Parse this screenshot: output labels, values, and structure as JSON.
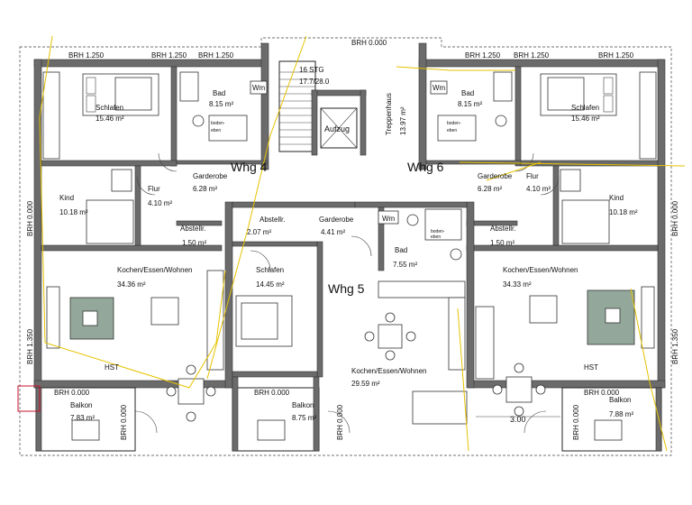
{
  "brh_labels": {
    "top_center": "BRH 0.000",
    "top_1": "BRH 1.250",
    "top_2": "BRH 1.250",
    "top_3": "BRH 1.250",
    "top_4": "BRH 1.250",
    "top_5": "BRH 1.250",
    "top_6": "BRH 1.250",
    "left_mid": "BRH 0.000",
    "left_low": "BRH 1.350",
    "right_mid": "BRH 0.000",
    "right_low": "BRH 1.350",
    "balcony_1": "BRH 0.000",
    "balcony_1_side": "BRH 0.000",
    "balcony_2": "BRH 0.000",
    "balcony_2_side": "BRH 0.000",
    "balcony_3": "BRH 0.000",
    "balcony_3_side": "BRH 0.000"
  },
  "stair": {
    "steps": "16 STG",
    "dims": "17.7/28.0"
  },
  "units": {
    "whg4": "Whg 4",
    "whg5": "Whg 5",
    "whg6": "Whg 6"
  },
  "rooms": {
    "schlafen_l": {
      "name": "Schlafen",
      "area": "15.46 m²"
    },
    "bad_l": {
      "name": "Bad",
      "area": "8.15 m²"
    },
    "kind_l": {
      "name": "Kind",
      "area": "10.18 m²"
    },
    "flur_l": {
      "name": "Flur",
      "area": "4.10 m²"
    },
    "garderobe_l": {
      "name": "Garderobe",
      "area": "6.28 m²"
    },
    "abstell_l": {
      "name": "Abstellr.",
      "area": "1.50 m²"
    },
    "kochen_l": {
      "name": "Kochen/Essen/Wohnen",
      "area": "34.36 m²"
    },
    "balkon_l": {
      "name": "Balkon",
      "area": "7.83 m²"
    },
    "aufzug": {
      "name": "Aufzug"
    },
    "treppenhaus": {
      "name": "Treppenhaus",
      "area": "13.97 m²"
    },
    "abstell_c": {
      "name": "Abstellr.",
      "area": "2.07 m²"
    },
    "garderobe_c": {
      "name": "Garderobe",
      "area": "4.41 m²"
    },
    "bad_c": {
      "name": "Bad",
      "area": "7.55 m²"
    },
    "schlafen_c": {
      "name": "Schlafen",
      "area": "14.45 m²"
    },
    "kochen_c": {
      "name": "Kochen/Essen/Wohnen",
      "area": "29.59 m²"
    },
    "balkon_c": {
      "name": "Balkon",
      "area": "8.75 m²"
    },
    "schlafen_r": {
      "name": "Schlafen",
      "area": "15.46 m²"
    },
    "bad_r": {
      "name": "Bad",
      "area": "8.15 m²"
    },
    "kind_r": {
      "name": "Kind",
      "area": "10.18 m²"
    },
    "flur_r": {
      "name": "Flur",
      "area": "4.10 m²"
    },
    "garderobe_r": {
      "name": "Garderobe",
      "area": "6.28 m²"
    },
    "abstell_r": {
      "name": "Abstellr.",
      "area": "1.50 m²"
    },
    "kochen_r": {
      "name": "Kochen/Essen/Wohnen",
      "area": "34.33 m²"
    },
    "balkon_r": {
      "name": "Balkon",
      "area": "7.88 m²"
    }
  },
  "fixtures": {
    "wm_l": "Wm",
    "wm_c": "Wm",
    "wm_r": "Wm",
    "boden_l": "boden-",
    "eben_l": "eben",
    "boden_c": "boden-",
    "eben_c": "eben",
    "boden_r": "boden-",
    "eben_r": "eben",
    "hst_l": "HST",
    "hst_r": "HST"
  },
  "dimension": "3.00"
}
